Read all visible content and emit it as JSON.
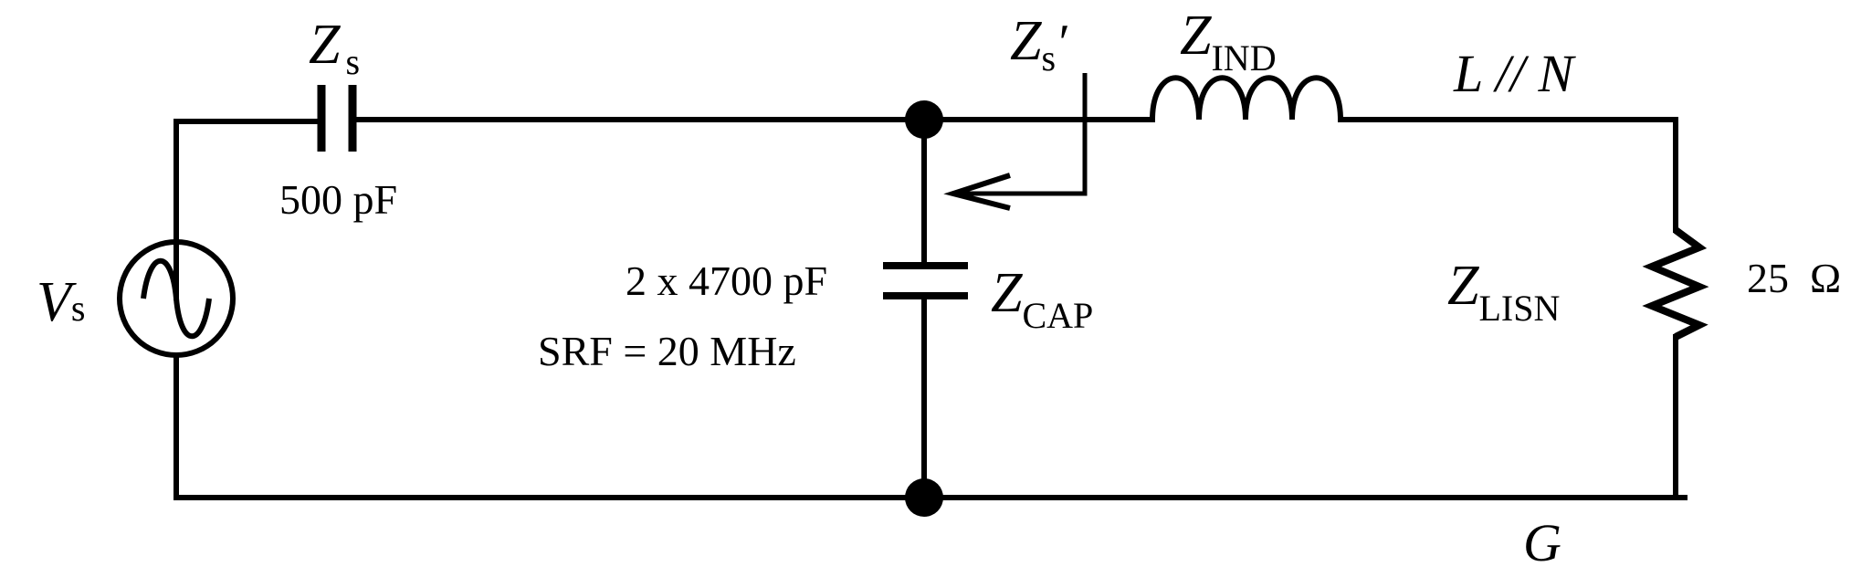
{
  "source": {
    "symbol": "V",
    "sub": "s"
  },
  "source_cap": {
    "symbol": "Z",
    "sub": "s",
    "value": "500 pF"
  },
  "shunt_cap": {
    "value": "2 x 4700 pF",
    "srf": "SRF = 20 MHz",
    "symbol": "Z",
    "sub": "CAP"
  },
  "zs_prime": {
    "symbol": "Z",
    "sub": "s",
    "prime": "′"
  },
  "inductor": {
    "symbol": "Z",
    "sub": "IND"
  },
  "line": {
    "label": "L // N"
  },
  "lisn": {
    "symbol": "Z",
    "sub": "LISN",
    "value": "25  Ω"
  },
  "ground": {
    "label": "G"
  }
}
